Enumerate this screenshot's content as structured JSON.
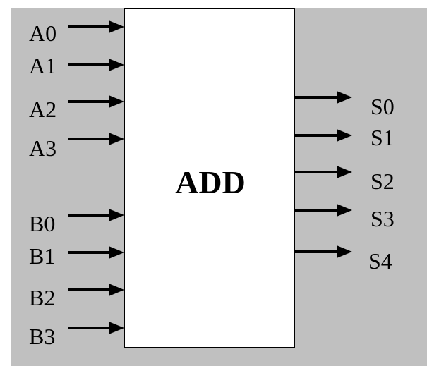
{
  "colors": {
    "panel_background": "#c0c0c0",
    "block_fill": "#ffffff",
    "stroke": "#000000"
  },
  "block": {
    "label": "ADD"
  },
  "inputs": [
    "A0",
    "A1",
    "A2",
    "A3",
    "B0",
    "B1",
    "B2",
    "B3"
  ],
  "outputs": [
    "S0",
    "S1",
    "S2",
    "S3",
    "S4"
  ]
}
